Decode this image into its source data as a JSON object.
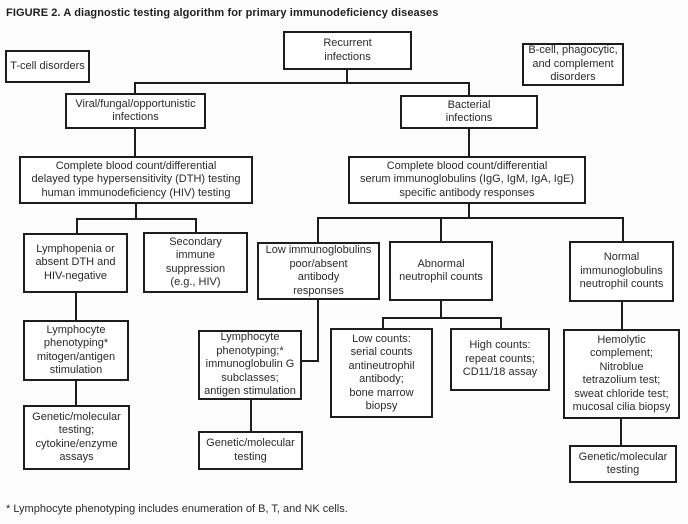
{
  "figure_title": "FIGURE 2. A diagnostic testing algorithm for primary immunodeficiency diseases",
  "footnote": "* Lymphocyte phenotyping includes enumeration of B, T, and NK cells.",
  "nodes": {
    "tcell_disorders": {
      "label": "T-cell disorders"
    },
    "recurrent_infections": {
      "label": "Recurrent\ninfections"
    },
    "bcell_disorders": {
      "label": "B-cell, phagocytic,\nand complement\ndisorders"
    },
    "viral_infections": {
      "label": "Viral/fungal/opportunistic\ninfections"
    },
    "bacterial_infections": {
      "label": "Bacterial\ninfections"
    },
    "cbc_dth_hiv": {
      "label": "Complete blood count/differential\ndelayed type hypersensitivity (DTH) testing\nhuman immunodeficiency (HIV) testing"
    },
    "cbc_serum_ig": {
      "label": "Complete blood count/differential\nserum immunoglobulins (IgG, IgM, IgA, IgE)\nspecific antibody responses"
    },
    "lymphopenia": {
      "label": "Lymphopenia or\nabsent DTH and\nHIV-negative"
    },
    "secondary_suppression": {
      "label": "Secondary\nimmune\nsuppression\n(e.g., HIV)"
    },
    "low_immunoglobulins": {
      "label": "Low immunoglobulins\npoor/absent\nantibody\nresponses"
    },
    "abnormal_neutrophil": {
      "label": "Abnormal\nneutrophil counts"
    },
    "normal_immunoglobulins": {
      "label": "Normal\nimmunoglobulins\nneutrophil counts"
    },
    "lymphocyte_phenotyping_mitogen": {
      "label": "Lymphocyte\nphenotyping*\nmitogen/antigen\nstimulation"
    },
    "lymphocyte_phenotyping_igg": {
      "label": "Lymphocyte\nphenotyping;*\nimmunoglobulin G\nsubclasses;\nantigen stimulation"
    },
    "low_counts": {
      "label": "Low counts:\nserial counts\nantineutrophil\nantibody;\nbone marrow\nbiopsy"
    },
    "high_counts": {
      "label": "High counts:\nrepeat counts;\nCD11/18 assay"
    },
    "hemolytic_complement": {
      "label": "Hemolytic\ncomplement;\nNitroblue\ntetrazolium test;\nsweat chloride test;\nmucosal cilia biopsy"
    },
    "genetic_cytokine": {
      "label": "Genetic/molecular\ntesting;\ncytokine/enzyme\nassays"
    },
    "genetic_testing_mid": {
      "label": "Genetic/molecular\ntesting"
    },
    "genetic_testing_right": {
      "label": "Genetic/molecular\ntesting"
    }
  },
  "colors": {
    "line": "#1d1d1d",
    "text": "#2a2a2a",
    "background": "#fdfdfd"
  }
}
